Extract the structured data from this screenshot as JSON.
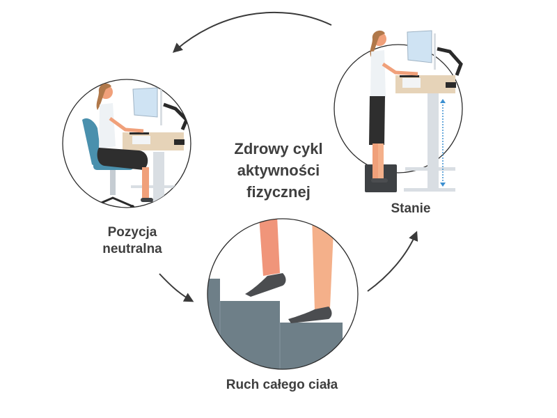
{
  "title": {
    "line1": "Zdrowy cykl",
    "line2": "aktywności",
    "line3": "fizycznej"
  },
  "stages": [
    {
      "id": "sitting",
      "label_line1": "Pozycja",
      "label_line2": "neutralna"
    },
    {
      "id": "standing",
      "label": "Stanie"
    },
    {
      "id": "movement",
      "label": "Ruch całego ciała"
    }
  ],
  "colors": {
    "text": "#3f3f3f",
    "circle_stroke": "#2b2b2b",
    "arrow": "#3a3a3a",
    "chair": "#4a90ad",
    "skirt": "#2e2e2e",
    "shirt": "#eef2f5",
    "skin": "#f0a07a",
    "skin_light": "#f4b08a",
    "hair": "#b0784a",
    "desk_top": "#e6d3b8",
    "desk_leg": "#d9dee3",
    "monitor": "#cfe3f3",
    "monitor_arm": "#2a2a2a",
    "stairs": "#6e7f88",
    "shoe": "#4b4d50",
    "mat": "#3e4144",
    "height_arrow": "#3b8fd0"
  }
}
